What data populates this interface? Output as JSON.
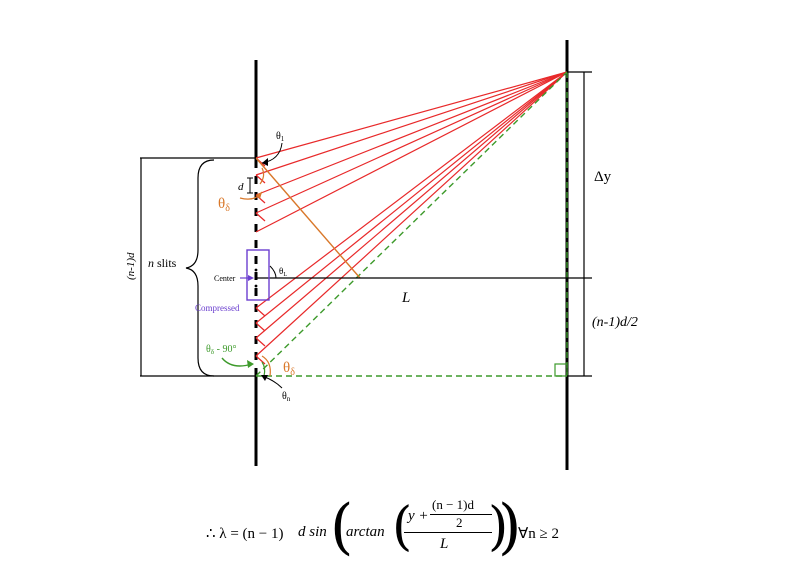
{
  "colors": {
    "ray": "#e8292a",
    "green": "#3d9a2b",
    "orange": "#d9782a",
    "purple": "#6b3fcf",
    "black": "#000000"
  },
  "labels": {
    "theta1": "θ",
    "theta1_sub": "1",
    "d": "d",
    "theta_delta": "θ",
    "theta_delta_sub": "δ",
    "center": "Center",
    "theta_L": "θ",
    "theta_L_sub": "L",
    "compressed": "Compressed",
    "theta_delta_90": "θ",
    "theta_delta_90_sub": "δ",
    "theta_delta_90_suffix": " - 90°",
    "theta_delta_bottom": "θ",
    "theta_delta_bottom_sub": "δ",
    "theta_n": "θ",
    "theta_n_sub": "n",
    "n_slits_italic": "n",
    "n_slits_text": " slits",
    "n1d": "(n-1)d",
    "delta_y": "Δy",
    "L": "L",
    "n1d2": "(n-1)d/2"
  },
  "formula": {
    "prefix": "∴ λ = (n − 1)",
    "d_sin": "d sin",
    "arctan": "arctan",
    "y_plus": "y +",
    "num_top": "(n − 1)d",
    "num_bottom": "2",
    "den": "L",
    "suffix": "∀n ≥ 2"
  }
}
